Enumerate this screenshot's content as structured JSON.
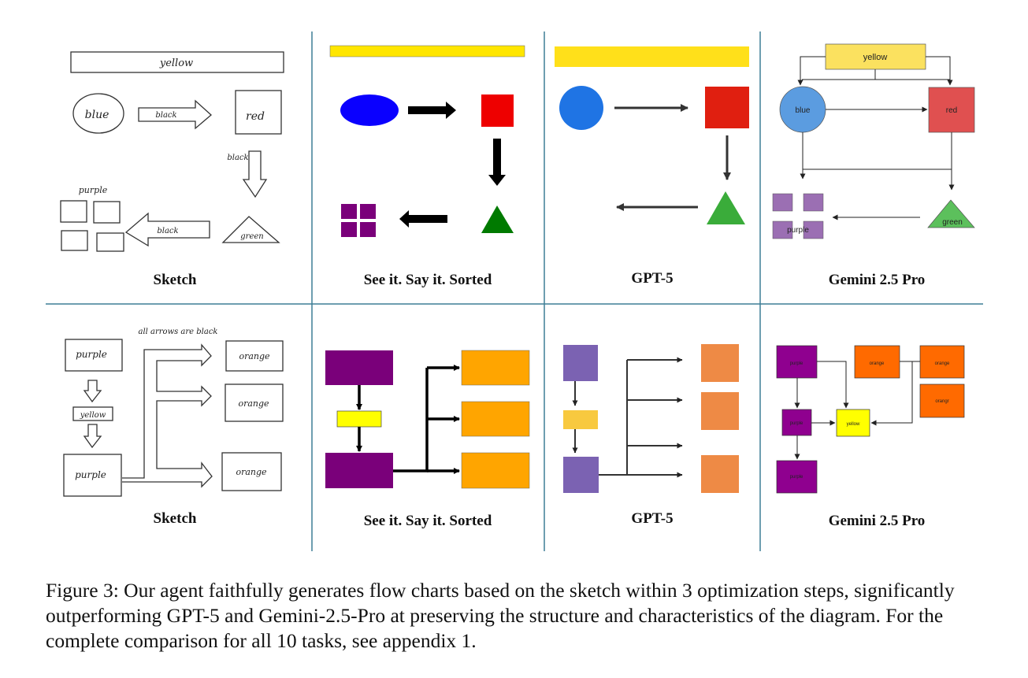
{
  "labels": {
    "r1": [
      "Sketch",
      "See it. Say it. Sorted",
      "GPT-5",
      "Gemini 2.5 Pro"
    ],
    "r2": [
      "Sketch",
      "See it. Say it. Sorted",
      "GPT-5",
      "Gemini 2.5 Pro"
    ]
  },
  "sketch1": {
    "yellow": "yellow",
    "blue": "blue",
    "red": "red",
    "black": "black",
    "purple": "purple",
    "green": "green"
  },
  "gemini1": {
    "yellow": "yellow",
    "blue": "blue",
    "red": "red",
    "purple": "purple",
    "green": "green"
  },
  "sketch2": {
    "note": "all arrows are black",
    "purple": "purple",
    "yellow": "yellow",
    "orange": "orange"
  },
  "gemini2": {
    "purple": "purple",
    "orange": "orange",
    "orange3": "orangr",
    "yellow": "yellow"
  },
  "caption": "Figure 3: Our agent faithfully generates flow charts based on the sketch within 3 optimization steps, significantly outperforming GPT-5 and Gemini-2.5-Pro at preserving the structure and characteristics of the diagram. For the complete comparison for all 10 tasks, see appendix 1.",
  "colors": {
    "divider": "#3f7f95",
    "yellow": "#ffe600",
    "blue": "#0a00ff",
    "red": "#ee0000",
    "green": "#007a00",
    "purple": "#7a007a",
    "orange": "#ffa500",
    "gpt_blue": "#1f74e4",
    "gpt_red": "#e01f10",
    "gpt_green": "#3aac3a",
    "gpt_yellow": "#ffe01a",
    "gpt_purple": "#7b62b2",
    "gpt_orange": "#ee8a45",
    "gem_yellow": "#fbe15f",
    "gem_blue": "#5b9ce0",
    "gem_red": "#e05050",
    "gem_green": "#5cc05c",
    "gem_purple": "#9b6fb3",
    "gem_orange": "#ff6a00",
    "gem_purple2": "#8f008f"
  }
}
